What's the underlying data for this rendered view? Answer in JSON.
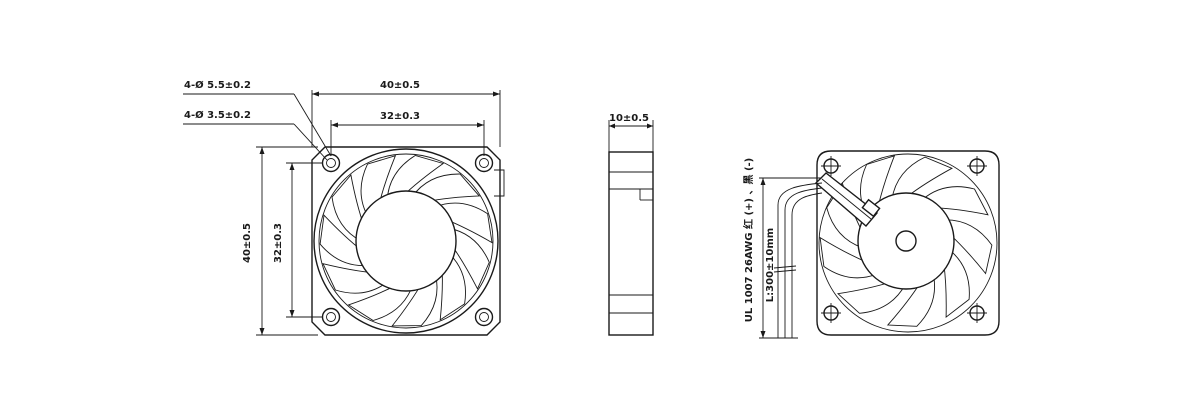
{
  "front_view": {
    "hole_large_callout": "4-Ø 5.5±0.2",
    "hole_small_callout": "4-Ø 3.5±0.2",
    "overall_width": "40±0.5",
    "hole_pitch_width": "32±0.3",
    "overall_height": "40±0.5",
    "hole_pitch_height": "32±0.3"
  },
  "side_view": {
    "thickness": "10±0.5"
  },
  "back_view": {
    "wire_spec": "UL 1007 26AWG 红 (+) 、黑 (-)",
    "lead_length": "L:300±10mm"
  }
}
